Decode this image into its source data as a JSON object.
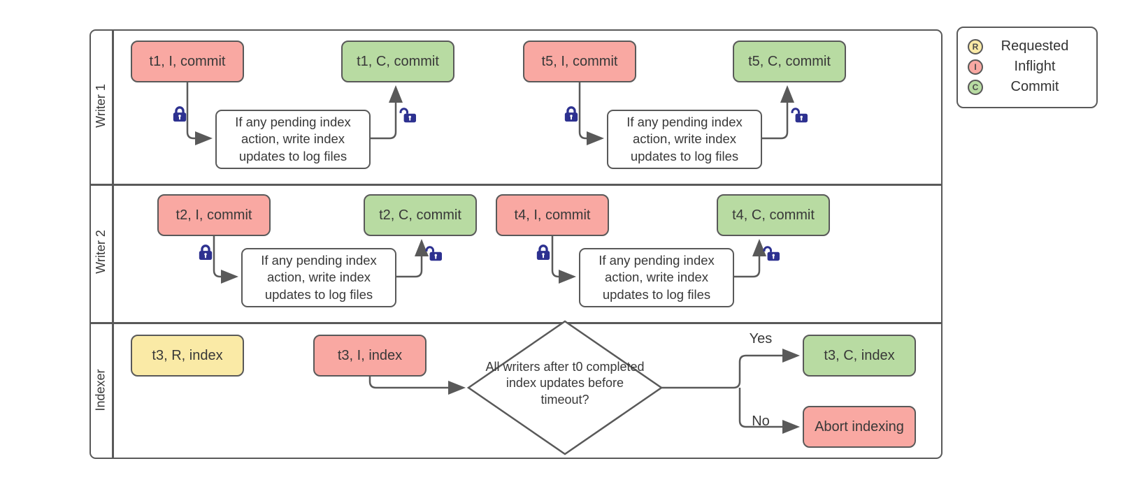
{
  "diagram": {
    "lanes": [
      {
        "label": "Writer 1"
      },
      {
        "label": "Writer 2"
      },
      {
        "label": "Indexer"
      }
    ],
    "nodes": {
      "t1_inflight": "t1, I, commit",
      "t1_commit": "t1, C, commit",
      "t5_inflight": "t5, I, commit",
      "t5_commit": "t5, C, commit",
      "t2_inflight": "t2, I, commit",
      "t2_commit": "t2, C, commit",
      "t4_inflight": "t4, I, commit",
      "t4_commit": "t4, C, commit",
      "t3_requested": "t3, R, index",
      "t3_inflight": "t3, I, index",
      "t3_commit": "t3, C, index",
      "abort": "Abort indexing"
    },
    "process_text": "If any pending index action, write index updates to log files",
    "decision_text": "All writers after t0 completed index updates before timeout?",
    "edge_labels": {
      "yes": "Yes",
      "no": "No"
    },
    "legend": {
      "items": [
        {
          "letter": "R",
          "label": "Requested",
          "color": "#faeaa6"
        },
        {
          "letter": "I",
          "label": "Inflight",
          "color": "#f9a8a2"
        },
        {
          "letter": "C",
          "label": "Commit",
          "color": "#b8dba2"
        }
      ]
    },
    "colors": {
      "requested_fill": "#faeaa6",
      "inflight_fill": "#f9a8a2",
      "commit_fill": "#b8dba2",
      "shape_border": "#595959",
      "connector": "#595959",
      "lock": "#2d3190",
      "text": "#383838"
    }
  }
}
